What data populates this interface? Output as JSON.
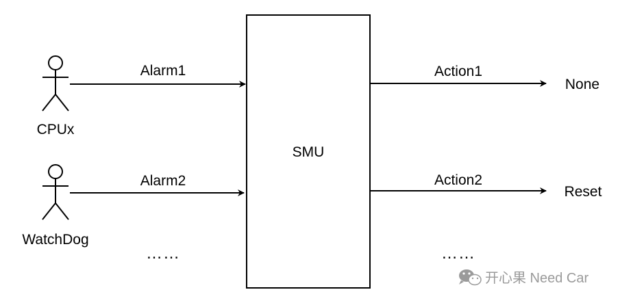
{
  "diagram": {
    "center_node": {
      "label": "SMU"
    },
    "sources": [
      {
        "actor": "CPUx",
        "edge_label": "Alarm1"
      },
      {
        "actor": "WatchDog",
        "edge_label": "Alarm2"
      }
    ],
    "outputs": [
      {
        "edge_label": "Action1",
        "target": "None"
      },
      {
        "edge_label": "Action2",
        "target": "Reset"
      }
    ],
    "left_ellipsis": "……",
    "right_ellipsis": "……"
  },
  "watermark": {
    "text": "开心果 Need Car",
    "icon": "wechat-icon"
  },
  "colors": {
    "stroke": "#000000",
    "watermark": "#9a9a9a"
  }
}
